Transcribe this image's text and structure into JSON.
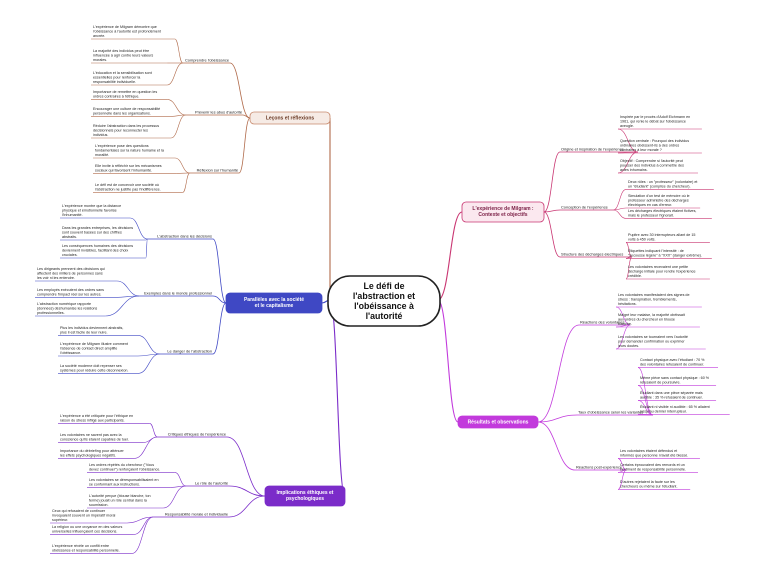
{
  "center": {
    "lines": [
      "Le défi de",
      "l'abstraction et",
      "l'obéissance à",
      "l'autorité"
    ]
  },
  "colors": {
    "brown": "#b06a4a",
    "blue": "#3f48c4",
    "purple": "#7b2cc9",
    "pink": "#c93672",
    "magenta": "#c23adc"
  },
  "branches": {
    "lecons": {
      "title": "Leçons et réflexions",
      "subs": [
        {
          "label": "Comprendre l'obéissance",
          "leaves": [
            [
              "L'expérience de Milgram démontre que",
              "l'obéissance à l'autorité est profondément",
              "ancrée."
            ],
            [
              "La majorité des individus peut être",
              "influencée à agir contre leurs valeurs",
              "morales."
            ],
            [
              "L'éducation et la sensibilisation sont",
              "essentielles pour renforcer la",
              "responsabilité individuelle."
            ]
          ]
        },
        {
          "label": "Prévenir les abus d'autorité",
          "leaves": [
            [
              "Importance de remettre en question les",
              "ordres contraires à l'éthique."
            ],
            [
              "Encourager une culture de responsabilité",
              "personnelle dans les organisations."
            ],
            [
              "Réduire l'abstraction dans les processus",
              "décisionnels pour reconnecter les",
              "individus."
            ]
          ]
        },
        {
          "label": "Réflexion sur l'humanité",
          "leaves": [
            [
              "L'expérience pose des questions",
              "fondamentales sur la nature humaine et la",
              "moralité."
            ],
            [
              "Elle invite à réfléchir sur les mécanismes",
              "sociaux qui favorisent l'inhumanité."
            ],
            [
              "Le défi est de concevoir une société où",
              "l'abstraction ne justifie pas l'indifférence."
            ]
          ]
        }
      ]
    },
    "paralleles": {
      "title": "Parallèles avec la société et le capitalisme",
      "subs": [
        {
          "label": "L'abstraction dans les décisions",
          "leaves": [
            [
              "L'expérience montre que la distance",
              "physique et émotionnelle favorise",
              "l'inhumanité."
            ],
            [
              "Dans les grandes entreprises, les décisions",
              "sont souvent basées sur des chiffres",
              "abstraits."
            ],
            [
              "Les conséquences humaines des décisions",
              "deviennent invisibles, facilitant des choix",
              "cruciales."
            ]
          ]
        },
        {
          "label": "Exemples dans le monde professionnel",
          "leaves": [
            [
              "Les dirigeants prennent des décisions qui",
              "affectent des milliers de personnes sans",
              "les voir ni les entendre."
            ],
            [
              "Les employés exécutent des ordres sans",
              "comprendre l'impact réel sur les autres."
            ],
            [
              "L'abstraction numérique rapporte",
              "(données) déshumanise les relations",
              "professionnelles."
            ]
          ]
        },
        {
          "label": "Le danger de l'abstraction",
          "leaves": [
            [
              "Plus les individus deviennent abstraits,",
              "plus il est facile de leur nuire."
            ],
            [
              "L'expérience de Milgram illustre comment",
              "l'absence de contact direct amplifie",
              "l'obéissance."
            ],
            [
              "La société moderne doit repenser ses",
              "systèmes pour réduire cette déconnexion."
            ]
          ]
        }
      ]
    },
    "implications": {
      "title": "Implications éthiques et psychologiques",
      "subs": [
        {
          "label": "Critiques éthiques de l'expérience",
          "leaves": [
            [
              "L'expérience a été critiquée pour l'éthique en",
              "raison du stress infligé aux participants."
            ],
            [
              "Les volontaires ne savent pas avec la",
              "conscience qu'ils étaient capables de tuer."
            ],
            [
              "Importance du débriefing pour atténuer",
              "les effets psychologiques négatifs."
            ]
          ]
        },
        {
          "label": "Le rôle de l'autorité",
          "leaves": [
            [
              "Les ordres répétés du chercheur (\"Vous",
              "devez continuer\") renforçaient l'obéissance."
            ],
            [
              "Les volontaires se déresponsabilisaient en",
              "se conformant aux instructions."
            ],
            [
              "L'autorité perçue (blouse blanche, ton",
              "ferme) jouait un rôle central dans la",
              "soumission."
            ]
          ]
        },
        {
          "label": "Responsabilité morale et individuelle",
          "leaves": [
            [
              "Ceux qui refusaient de continuer",
              "invoquaient souvent un impératif moral",
              "supérieur."
            ],
            [
              "La religion ou une croyance en des valeurs",
              "universelles influençaient ces décisions."
            ],
            [
              "L'expérience révèle un conflit entre",
              "obéissance et responsabilité personnelle."
            ]
          ]
        }
      ]
    },
    "experience": {
      "title": "L'expérience de Milgram : Contexte et objectifs",
      "subs": [
        {
          "label": "Origine et inspiration de l'expérience",
          "leaves": [
            [
              "Inspirée par le procès d'Adolf Eichmann en",
              "1961, qui renie le débat sur l'obéissance",
              "aveugle."
            ],
            [
              "Question centrale : Pourquoi des individus",
              "ordinaires obéissent-ils à des ordres",
              "contraires à leur morale ?"
            ],
            [
              "Objectif : Comprendre si l'autorité peut",
              "pousser des individus à commettre des",
              "actes inhumains."
            ]
          ]
        },
        {
          "label": "Conception de l'expérience",
          "leaves": [
            [
              "Deux rôles : un \"professeur\" (volontaire) et",
              "un \"étudiant\" (complice du chercheur)."
            ],
            [
              "Simulation d'un test de mémoire où le",
              "professeur administre des décharges",
              "électriques en cas d'erreur."
            ],
            [
              "Les décharges électriques étaient fictives,",
              "mais le professeur l'ignorait."
            ]
          ]
        },
        {
          "label": "Structure des décharges électriques",
          "leaves": [
            [
              "Pupitre avec 30 interrupteurs allant de 15",
              "volts à 450 volts."
            ],
            [
              "Étiquettes indiquant l'intensité : de",
              "\"secousse légère\" à \"XXX\" (danger extrême)."
            ],
            [
              "Les volontaires recevaient une petite",
              "décharge initiale pour rendre l'expérience",
              "crédible."
            ]
          ]
        }
      ]
    },
    "resultats": {
      "title": "Résultats et observations",
      "subs": [
        {
          "label": "Réactions des volontaires",
          "leaves": [
            [
              "Les volontaires manifestaient des signes de",
              "stress : transpiration, tremblements,",
              "hésitations."
            ],
            [
              "Malgré leur malaise, la majorité obéissait",
              "aux ordres du chercheur en blouse",
              "blanche."
            ],
            [
              "Les volontaires se tournaient vers l'autorité",
              "pour demander confirmation ou exprimer",
              "leurs doutes."
            ]
          ]
        },
        {
          "label": "Taux d'obéissance selon les variantes",
          "leaves": [
            [
              "Contact physique avec l'étudiant : 70 %",
              "des volontaires refusaient de continuer."
            ],
            [
              "Même pièce sans contact physique : 60 %",
              "refusaient de poursuivre."
            ],
            [
              "Étudiant dans une pièce séparée mais",
              "audible : 35 % refusaient de continuer."
            ],
            [
              "Étudiant ni visible ni audible : 65 % allaient",
              "jusqu'au dernier interrupteur."
            ]
          ]
        },
        {
          "label": "Réactions post-expérience",
          "leaves": [
            [
              "Les volontaires étaient défenduś et",
              "informés que personne n'avait été blessé."
            ],
            [
              "Certains éprouvaient des remords et un",
              "sentiment de responsabilité personnelle."
            ],
            [
              "D'autres rejetaient la faute sur les",
              "chercheurs ou même sur l'étudiant."
            ]
          ]
        }
      ]
    }
  }
}
